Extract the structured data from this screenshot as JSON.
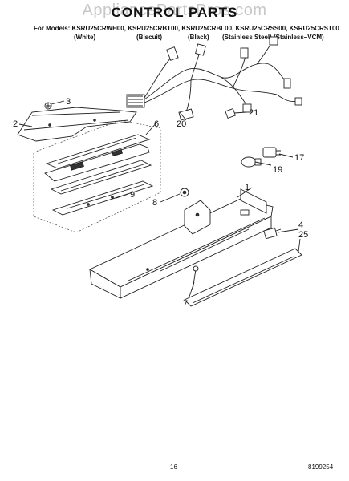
{
  "watermark": "AppliancePartsPros.com",
  "title": "CONTROL PARTS",
  "models_line": "For Models: KSRU25CRWH00, KSRU25CRBT00, KSRU25CRBL00, KSRU25CRSS00, KSRU25CRST00",
  "variants": [
    "(White)",
    "(Biscuit)",
    "(Black)",
    "(Stainless Steel)",
    "(Stainless–VCM)"
  ],
  "callouts": [
    "1",
    "2",
    "3",
    "4",
    "6",
    "7",
    "8",
    "9",
    "17",
    "19",
    "20",
    "21",
    "25"
  ],
  "page_number": "16",
  "doc_number": "8199254"
}
